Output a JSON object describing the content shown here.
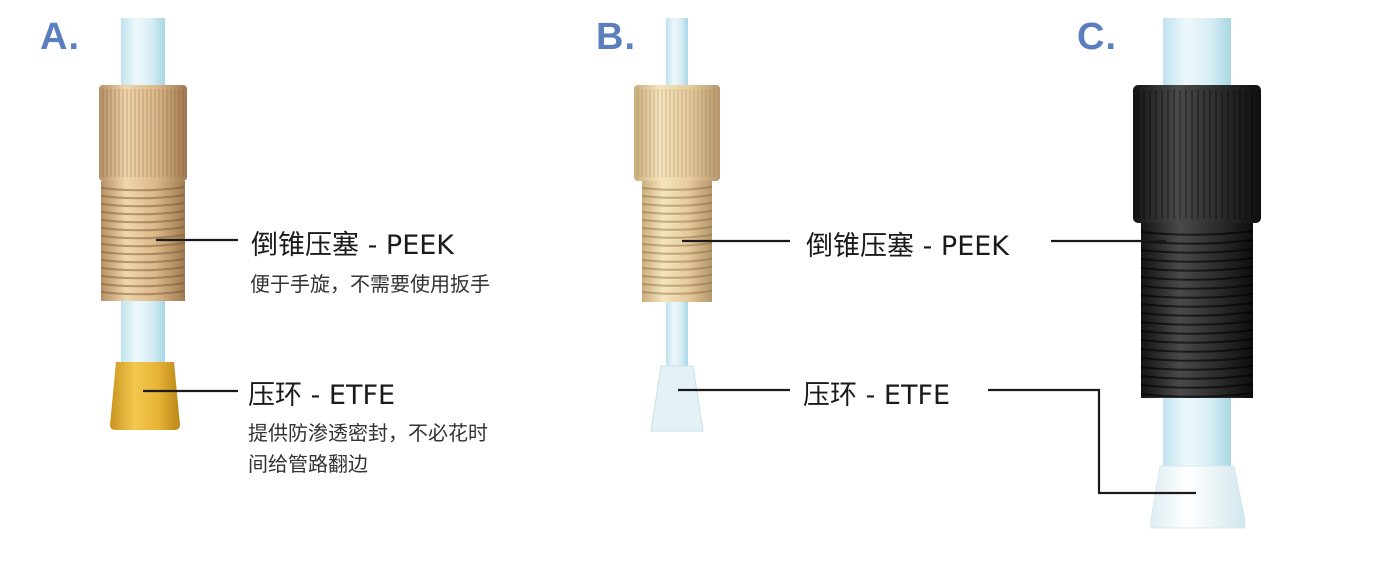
{
  "panels": [
    {
      "letter": "A.",
      "nut_label": "倒锥压塞 - PEEK",
      "nut_desc": "便于手旋，不需要使用扳手",
      "ferrule_label": "压环 - ETFE",
      "ferrule_desc": [
        "提供防渗透密封，不必花时",
        "间给管路翻边"
      ]
    },
    {
      "letter": "B.",
      "nut_label": "倒锥压塞 - PEEK",
      "ferrule_label": "压环 - ETFE"
    },
    {
      "letter": "C.",
      "nut_label": "倒锥压塞 - PEEK",
      "ferrule_label": "压环 - ETFE"
    }
  ],
  "colors": {
    "letter": "#5b7fbe",
    "tube": "#d4edf4",
    "peek": "#e3c49b",
    "peek_b": "#e9d3a8",
    "etfe": "#e8b83a",
    "black_nut": "#2b2b2b",
    "clear_ferrule": "#e9f4f8",
    "leader": "#1a1a1a"
  }
}
